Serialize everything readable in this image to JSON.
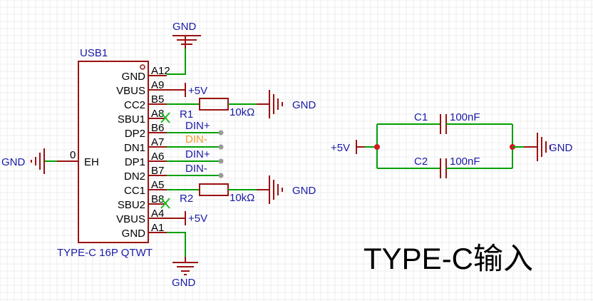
{
  "usb": {
    "designator": "USB1",
    "footprint": "TYPE-C 16P QTWT",
    "eh_label": "EH",
    "eh_pin": "0",
    "pins": [
      {
        "name": "GND",
        "num": "A12"
      },
      {
        "name": "VBUS",
        "num": "A9"
      },
      {
        "name": "CC2",
        "num": "B5"
      },
      {
        "name": "SBU1",
        "num": "A8"
      },
      {
        "name": "DP2",
        "num": "B6"
      },
      {
        "name": "DN1",
        "num": "A7"
      },
      {
        "name": "DP1",
        "num": "A6"
      },
      {
        "name": "DN2",
        "num": "B7"
      },
      {
        "name": "CC1",
        "num": "A5"
      },
      {
        "name": "SBU2",
        "num": "B8"
      },
      {
        "name": "VBUS",
        "num": "A4"
      },
      {
        "name": "GND",
        "num": "A1"
      }
    ]
  },
  "nets": {
    "gnd": "GND",
    "plus5v": "+5V",
    "din_plus": "DIN+",
    "din_minus": "DIN-"
  },
  "r1": {
    "ref": "R1",
    "value": "10kΩ"
  },
  "r2": {
    "ref": "R2",
    "value": "10kΩ"
  },
  "c1": {
    "ref": "C1",
    "value": "100nF"
  },
  "c2": {
    "ref": "C2",
    "value": "100nF"
  },
  "title": "TYPE-C输入",
  "colors": {
    "wire": "#00a000",
    "symbol": "#9b1111",
    "net_label": "#1a1aa8",
    "highlight": "#f39a2b"
  }
}
